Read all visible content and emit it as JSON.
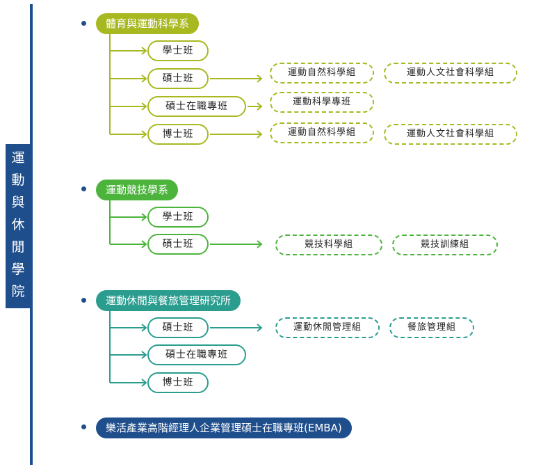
{
  "college": {
    "name_chars": [
      "運",
      "動",
      "與",
      "休",
      "閒",
      "學",
      "院"
    ]
  },
  "colors": {
    "navy": "#1f4e8c",
    "olive": "#a8b820",
    "green": "#4cb43c",
    "teal": "#2a9d8f"
  },
  "departments": [
    {
      "name": "體育與運動科學系",
      "programs": [
        {
          "label": "學士班",
          "tracks": []
        },
        {
          "label": "碩士班",
          "tracks": [
            "運動自然科學組",
            "運動人文社會科學組"
          ]
        },
        {
          "label": "碩士在職專班",
          "tracks": [
            "運動科學專班"
          ]
        },
        {
          "label": "博士班",
          "tracks": [
            "運動自然科學組",
            "運動人文社會科學組"
          ]
        }
      ]
    },
    {
      "name": "運動競技學系",
      "programs": [
        {
          "label": "學士班",
          "tracks": []
        },
        {
          "label": "碩士班",
          "tracks": [
            "競技科學組",
            "競技訓練組"
          ]
        }
      ]
    },
    {
      "name": "運動休閒與餐旅管理研究所",
      "programs": [
        {
          "label": "碩士班",
          "tracks": [
            "運動休閒管理組",
            "餐旅管理組"
          ]
        },
        {
          "label": "碩士在職專班",
          "tracks": []
        },
        {
          "label": "博士班",
          "tracks": []
        }
      ]
    },
    {
      "name": "樂活產業高階經理人企業管理碩士在職專班(EMBA)",
      "programs": []
    }
  ]
}
